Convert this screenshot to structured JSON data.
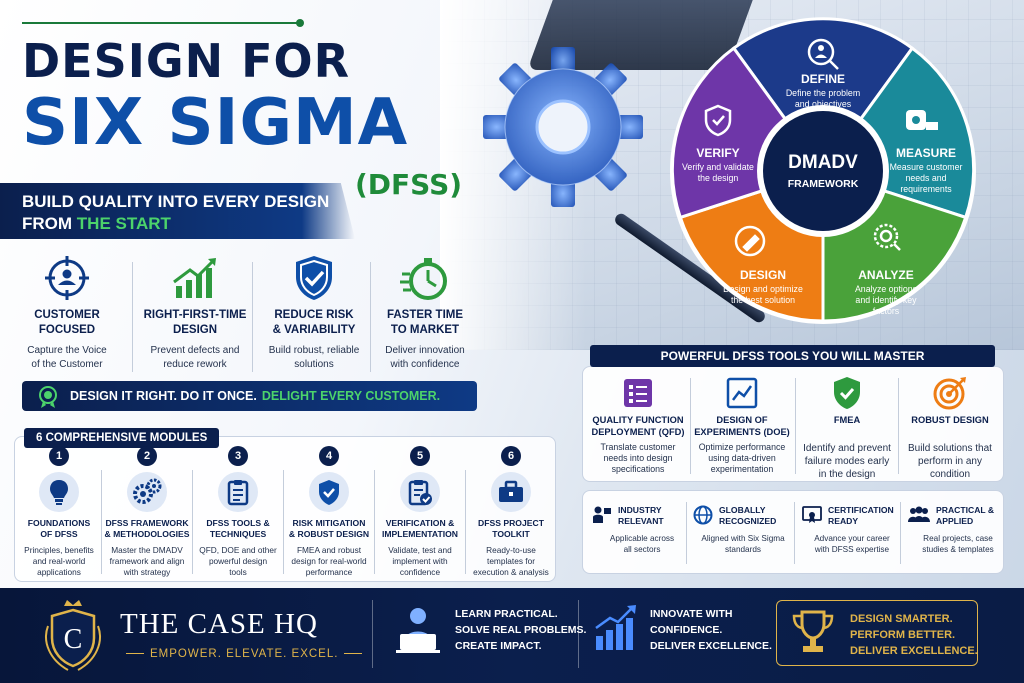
{
  "header": {
    "title_line1": "DESIGN FOR",
    "title_line2": "SIX SIGMA",
    "acronym": "(DFSS)",
    "banner_part1": "BUILD QUALITY INTO EVERY DESIGN",
    "banner_part2": "FROM",
    "banner_highlight": "THE START"
  },
  "benefits": [
    {
      "icon": "target-user-icon",
      "title_l1": "CUSTOMER",
      "title_l2": "FOCUSED",
      "desc_l1": "Capture the Voice",
      "desc_l2": "of the Customer"
    },
    {
      "icon": "growth-chart-icon",
      "title_l1": "RIGHT-FIRST-TIME",
      "title_l2": "DESIGN",
      "desc_l1": "Prevent defects and",
      "desc_l2": "reduce rework"
    },
    {
      "icon": "shield-check-icon",
      "title_l1": "REDUCE RISK",
      "title_l2": "& VARIABILITY",
      "desc_l1": "Build robust, reliable",
      "desc_l2": "solutions"
    },
    {
      "icon": "stopwatch-icon",
      "title_l1": "FASTER TIME",
      "title_l2": "TO MARKET",
      "desc_l1": "Deliver innovation",
      "desc_l2": "with confidence"
    }
  ],
  "tagline": {
    "text": "DESIGN IT RIGHT. DO IT ONCE.",
    "highlight": "DELIGHT EVERY CUSTOMER."
  },
  "modules": {
    "label": "6 COMPREHENSIVE MODULES",
    "items": [
      {
        "num": "1",
        "icon": "lightbulb-icon",
        "title_l1": "FOUNDATIONS",
        "title_l2": "OF DFSS",
        "desc_l1": "Principles, benefits",
        "desc_l2": "and real-world",
        "desc_l3": "applications"
      },
      {
        "num": "2",
        "icon": "gears-icon",
        "title_l1": "DFSS FRAMEWORK",
        "title_l2": "& METHODOLOGIES",
        "desc_l1": "Master the DMADV",
        "desc_l2": "framework and align",
        "desc_l3": "with strategy"
      },
      {
        "num": "3",
        "icon": "clipboard-icon",
        "title_l1": "DFSS TOOLS &",
        "title_l2": "TECHNIQUES",
        "desc_l1": "QFD, DOE and other",
        "desc_l2": "powerful design",
        "desc_l3": "tools"
      },
      {
        "num": "4",
        "icon": "shield-icon",
        "title_l1": "RISK MITIGATION",
        "title_l2": "& ROBUST DESIGN",
        "desc_l1": "FMEA and robust",
        "desc_l2": "design for real-world",
        "desc_l3": "performance"
      },
      {
        "num": "5",
        "icon": "clipboard-check-icon",
        "title_l1": "VERIFICATION &",
        "title_l2": "IMPLEMENTATION",
        "desc_l1": "Validate, test and",
        "desc_l2": "implement with",
        "desc_l3": "confidence"
      },
      {
        "num": "6",
        "icon": "toolbox-icon",
        "title_l1": "DFSS PROJECT",
        "title_l2": "TOOLKIT",
        "desc_l1": "Ready-to-use",
        "desc_l2": "templates for",
        "desc_l3": "execution & analysis"
      }
    ]
  },
  "dmadv": {
    "center_l1": "DMADV",
    "center_l2": "FRAMEWORK",
    "phases": [
      {
        "name": "DEFINE",
        "desc_l1": "Define the problem",
        "desc_l2": "and objectives",
        "desc_l3": "",
        "color": "#1c3a8a",
        "icon": "magnifier-person-icon"
      },
      {
        "name": "MEASURE",
        "desc_l1": "Measure customer",
        "desc_l2": "needs and",
        "desc_l3": "requirements",
        "color": "#1a8a9a",
        "icon": "tape-measure-icon"
      },
      {
        "name": "ANALYZE",
        "desc_l1": "Analyze options",
        "desc_l2": "and identify key",
        "desc_l3": "factors",
        "color": "#4aa23a",
        "icon": "gear-magnifier-icon"
      },
      {
        "name": "DESIGN",
        "desc_l1": "Design and optimize",
        "desc_l2": "the best solution",
        "desc_l3": "",
        "color": "#ee7d14",
        "icon": "pencil-icon"
      },
      {
        "name": "VERIFY",
        "desc_l1": "Verify and validate",
        "desc_l2": "the design",
        "desc_l3": "",
        "color": "#6e36a8",
        "icon": "shield-check-icon"
      }
    ]
  },
  "tools": {
    "title": "POWERFUL DFSS TOOLS YOU WILL MASTER",
    "items": [
      {
        "icon": "checklist-icon",
        "title_l1": "QUALITY FUNCTION",
        "title_l2": "DEPLOYMENT (QFD)",
        "desc_l1": "Translate customer",
        "desc_l2": "needs into design",
        "desc_l3": "specifications"
      },
      {
        "icon": "line-chart-icon",
        "title_l1": "DESIGN OF",
        "title_l2": "EXPERIMENTS (DOE)",
        "desc_l1": "Optimize performance",
        "desc_l2": "using data-driven",
        "desc_l3": "experimentation"
      },
      {
        "icon": "shield-check-icon",
        "title_l1": "FMEA",
        "title_l2": "",
        "desc_l1": "Identify and prevent",
        "desc_l2": "failure modes early",
        "desc_l3": "in the design"
      },
      {
        "icon": "target-arrow-icon",
        "title_l1": "ROBUST DESIGN",
        "title_l2": "",
        "desc_l1": "Build solutions that",
        "desc_l2": "perform in any",
        "desc_l3": "condition"
      }
    ]
  },
  "badges": [
    {
      "icon": "presenter-icon",
      "title_l1": "INDUSTRY",
      "title_l2": "RELEVANT",
      "desc_l1": "Applicable across",
      "desc_l2": "all sectors"
    },
    {
      "icon": "globe-icon",
      "title_l1": "GLOBALLY",
      "title_l2": "RECOGNIZED",
      "desc_l1": "Aligned with Six Sigma",
      "desc_l2": "standards"
    },
    {
      "icon": "certificate-icon",
      "title_l1": "CERTIFICATION",
      "title_l2": "READY",
      "desc_l1": "Advance your career",
      "desc_l2": "with DFSS expertise"
    },
    {
      "icon": "team-icon",
      "title_l1": "PRACTICAL &",
      "title_l2": "APPLIED",
      "desc_l1": "Real projects, case",
      "desc_l2": "studies & templates"
    }
  ],
  "footer": {
    "brand_letter": "C",
    "brand": "THE CASE HQ",
    "brand_tagline": "EMPOWER. ELEVATE. EXCEL.",
    "col1": [
      "LEARN PRACTICAL.",
      "SOLVE REAL PROBLEMS.",
      "CREATE IMPACT."
    ],
    "col2": [
      "INNOVATE WITH",
      "CONFIDENCE.",
      "DELIVER EXCELLENCE."
    ],
    "callout": [
      "DESIGN SMARTER.",
      "PERFORM BETTER.",
      "DELIVER EXCELLENCE."
    ]
  },
  "colors": {
    "navy": "#0b1f4d",
    "blue": "#0e4fa8",
    "green": "#1f8b3a",
    "gold": "#e0b44a"
  }
}
